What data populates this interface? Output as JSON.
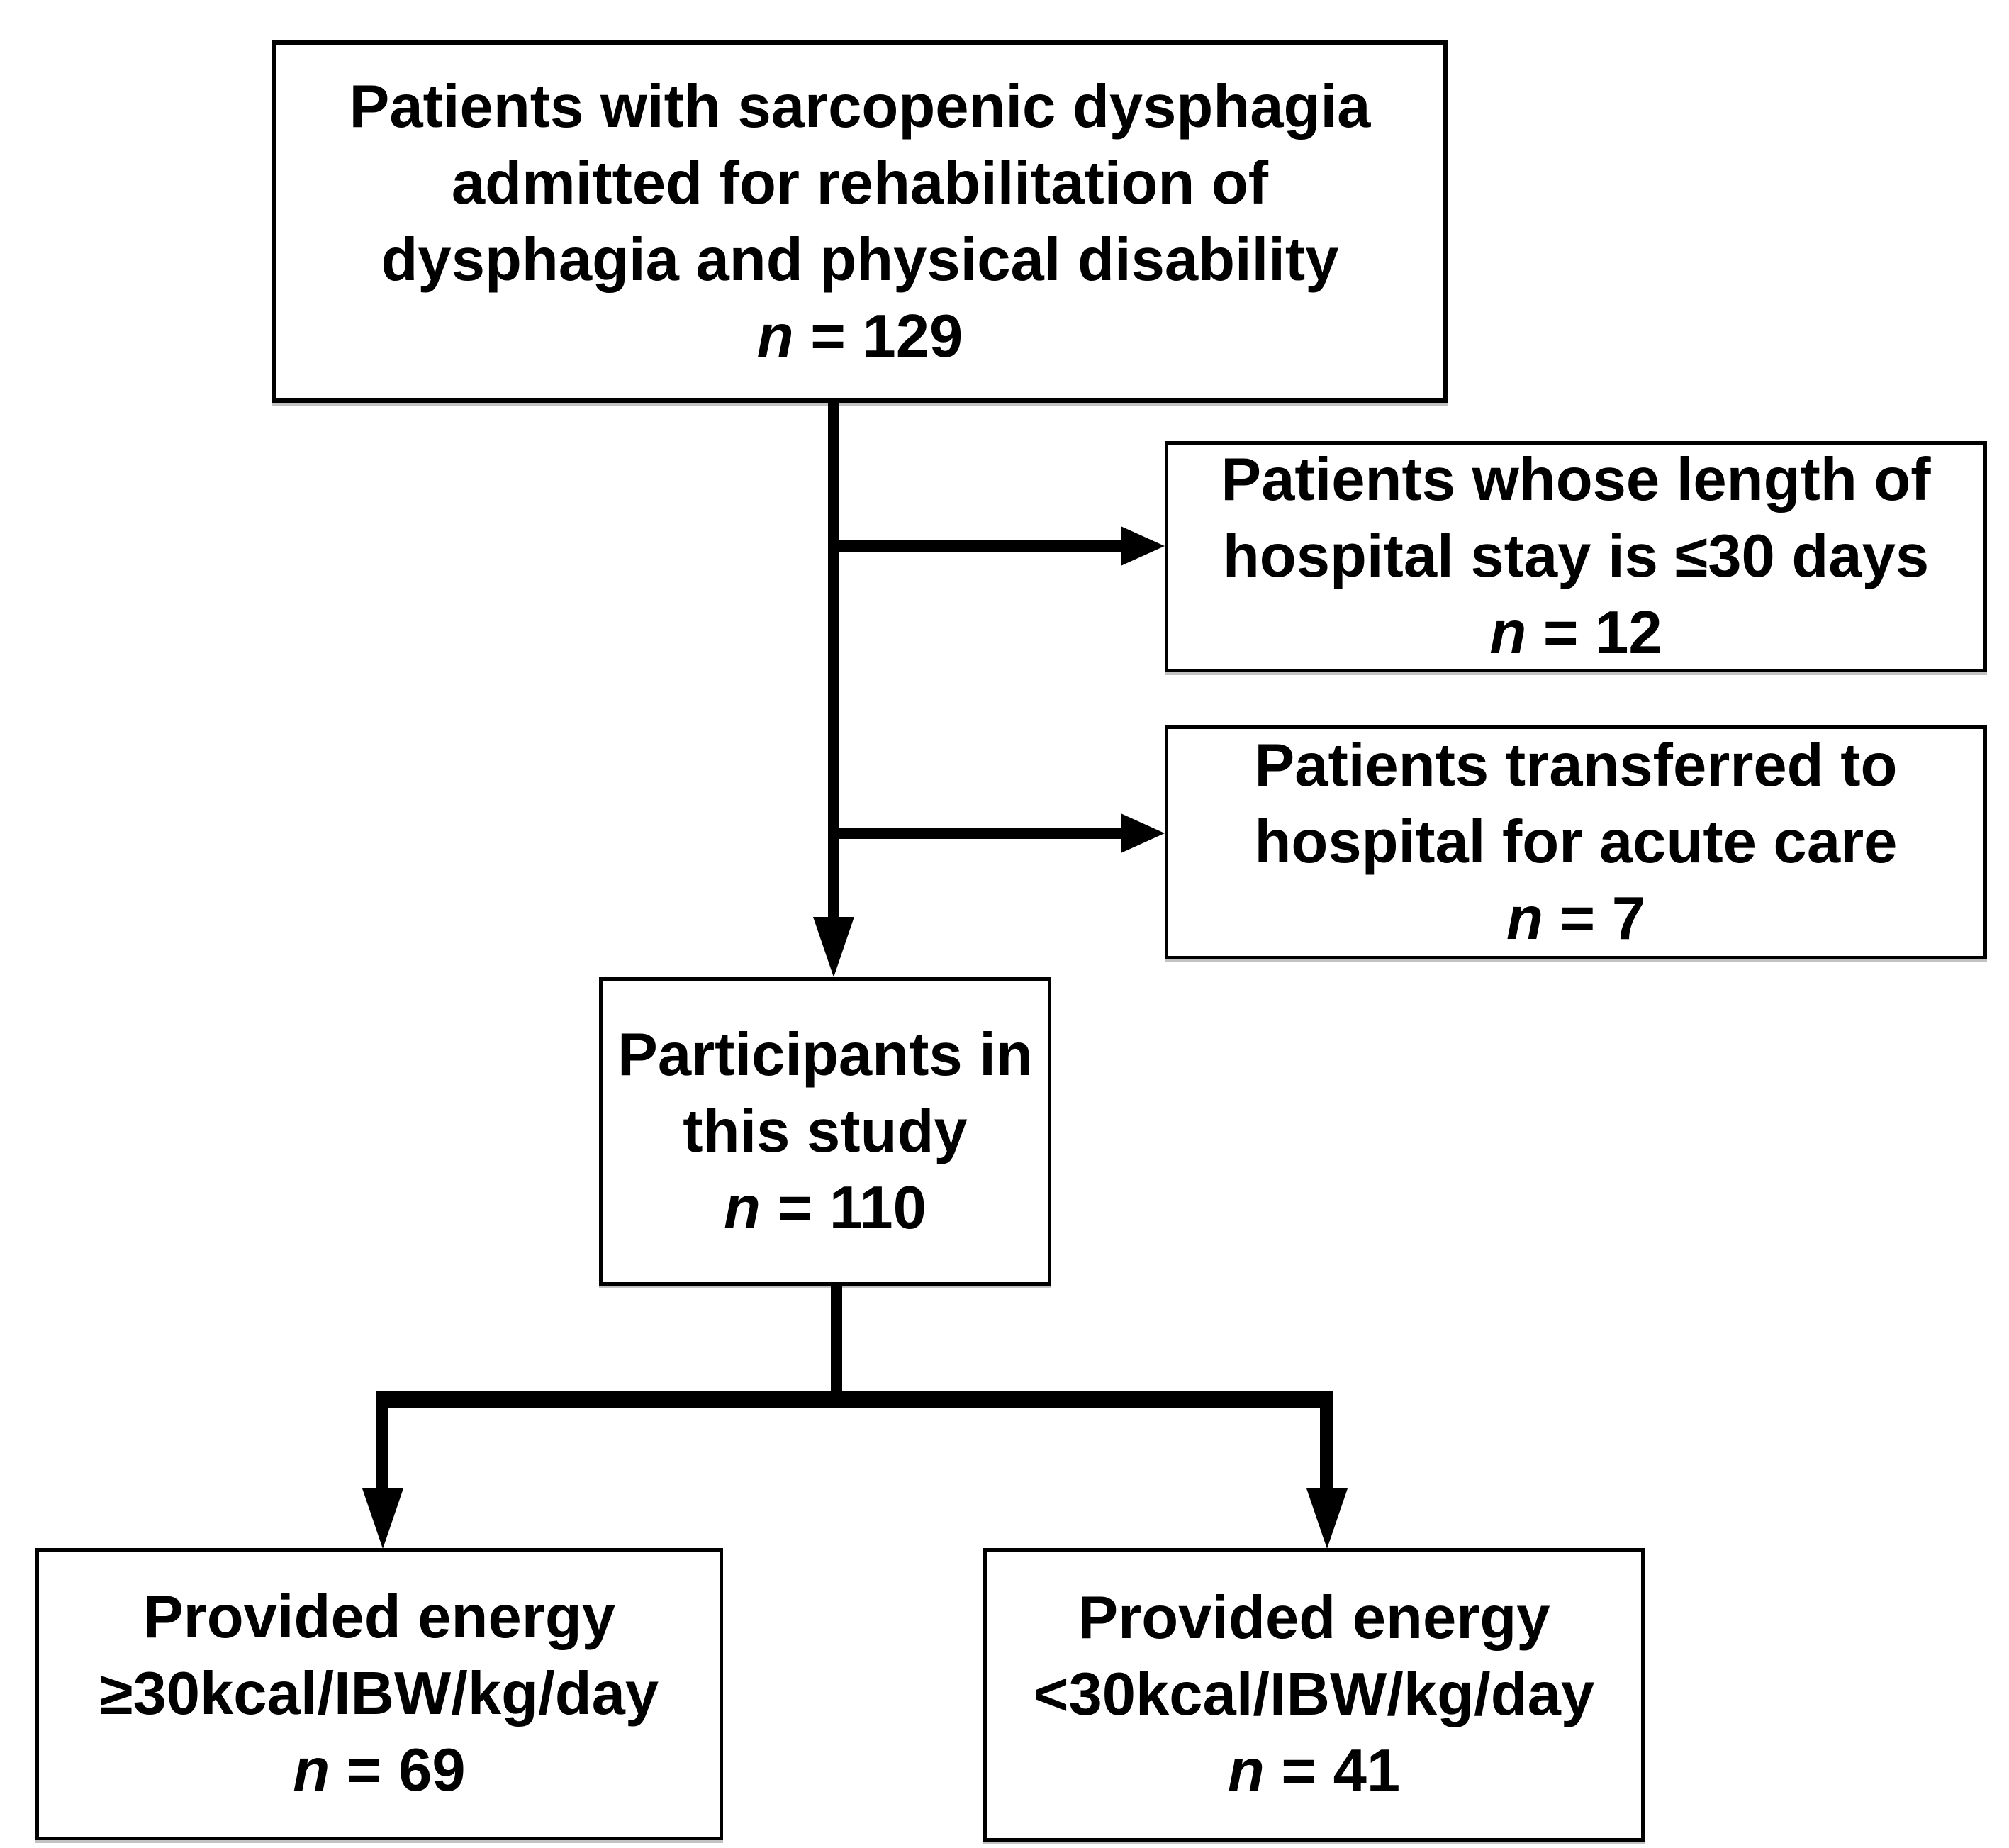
{
  "diagram": {
    "type": "study-flowchart",
    "colors": {
      "background": "#ffffff",
      "ink": "#000000",
      "text": "#000000"
    },
    "nodes": {
      "enrolled": {
        "line1": "Patients with sarcopenic dysphagia",
        "line2": "admitted for rehabilitation of",
        "line3": "dysphagia and physical disability",
        "n_italic": "n",
        "n_rest": " = 129",
        "n_value": 129
      },
      "excluded_short_stay": {
        "line1": "Patients whose length of",
        "line2": "hospital stay is ≤30 days",
        "n_italic": "n",
        "n_rest": " = 12",
        "n_value": 12
      },
      "excluded_acute_care": {
        "line1": "Patients transferred to",
        "line2": "hospital for acute care",
        "n_italic": "n",
        "n_rest": " = 7",
        "n_value": 7
      },
      "participants": {
        "line1": "Participants in",
        "line2": "this study",
        "n_italic": "n",
        "n_rest": " = 110",
        "n_value": 110
      },
      "group_high_energy": {
        "line1": "Provided energy",
        "line2": "≥30kcal/IBW/kg/day",
        "n_italic": "n",
        "n_rest": " = 69",
        "n_value": 69
      },
      "group_low_energy": {
        "line1": "Provided energy",
        "line2": "<30kcal/IBW/kg/day",
        "n_italic": "n",
        "n_rest": " = 41",
        "n_value": 41
      }
    }
  }
}
